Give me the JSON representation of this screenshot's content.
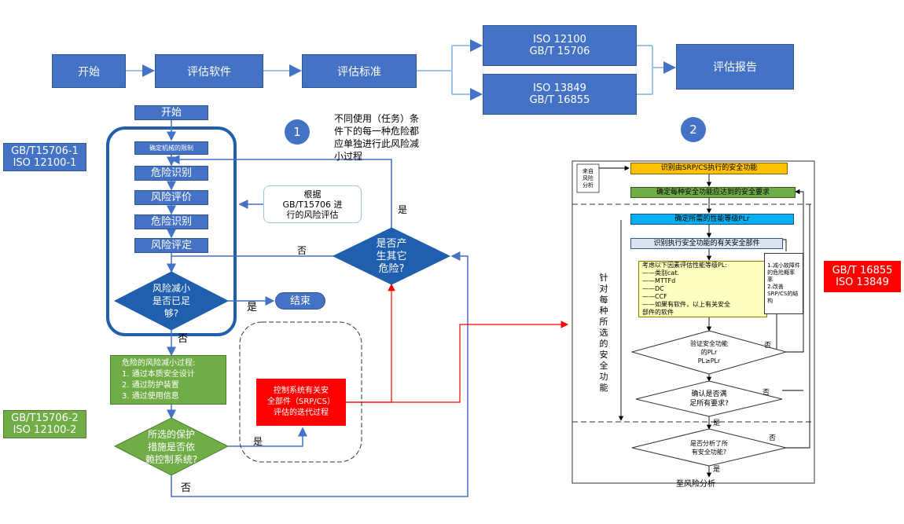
{
  "top_flow": {
    "start": "开始",
    "assess_software": "评估软件",
    "assess_standard": "评估标准",
    "iso12100": "ISO 12100\nGB/T 15706",
    "iso13849": "ISO 13849\nGB/T 16855",
    "report": "评估报告"
  },
  "left": {
    "start": "开始",
    "gb15706_1": "GB/T15706-1\nISO 12100-1",
    "gb15706_2": "GB/T15706-2\nISO 12100-2",
    "determine_limits": "确定机械的限制",
    "hazard_id_1": "危险识别",
    "risk_eval": "风险评价",
    "hazard_id_2": "危险识别",
    "risk_judge": "风险评定",
    "risk_enough": "风险减小\n是否已足\n够?",
    "yes1": "是",
    "end": "结束",
    "no1": "否",
    "reduce_process": "危险的风险减小过程:\n1.   通过本质安全设计\n2.   通过防护装置\n3.   通过使用信息",
    "measure_q": "所选的保护\n措施是否依\n赖控制系统?",
    "yes2": "是",
    "no2": "否",
    "srp_box": "控制系统有关安\n全部件（SRP/CS）\n评估的迭代过程",
    "according": "根据\nGB/T15706 进\n行的风险评估",
    "other_hazard": "是否产\n生其它\n危险?",
    "yes3": "是",
    "no3": "否",
    "note": "不同使用（任务）条\n件下的每一种危险都\n应单独进行此风险减\n小过程",
    "circle1": "1",
    "circle2": "2"
  },
  "right": {
    "from_risk": "来自\n风险\n分析",
    "step1": "识别由SRP/CS执行的安全功能",
    "step2": "确定每种安全功能应达到的安全要求",
    "step3": "确定所需的性能等级PLr",
    "step4": "识别执行安全功能的有关安全部件",
    "step5": "考虑以下因素评估性能等级PL:\n——类别cat.\n——MTTFd\n——DC\n——CCF\n——如果有软件，以上有关安全\n部件的软件",
    "side_note": "1.减小故障件\n的危险概率\n率\n2.改善\nSRP/CS的结\n构",
    "vertical": "针\n对\n每\n种\n所\n选\n的\n安\n全\n功\n能",
    "d1": "验证安全功能\n的PLr\nPL≥PLr",
    "d1_no": "否",
    "d2": "确认是否满\n足所有要求?",
    "d2_no": "否",
    "yes_a": "是",
    "d3": "是否分析了所\n有安全功能?",
    "d3_no": "否",
    "yes_b": "是",
    "to_risk": "至风险分析",
    "gb16855": "GB/T 16855\nISO 13849"
  },
  "colors": {
    "blue": "#4472c4",
    "dark_blue": "#1f5fad",
    "green": "#70ad47",
    "red": "#ff0000",
    "yellow": "#ffc000",
    "cyan": "#00b0f0",
    "light_green": "#70ad47",
    "light_blue_box": "#dae3f3"
  }
}
